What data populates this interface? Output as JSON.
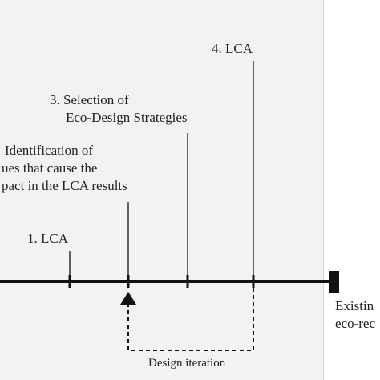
{
  "labels": {
    "lca1": "1. LCA",
    "step2": [
      "Identification of",
      "ues that cause the",
      "pact in the LCA results"
    ],
    "step3": [
      "3. Selection of",
      "Eco-Design Strategies"
    ],
    "lca4": "4. LCA",
    "iteration": "Design iteration",
    "end": [
      "Existin",
      "eco-rec"
    ]
  },
  "colors": {
    "panel": "#f2f2f2",
    "ink": "#111111"
  }
}
